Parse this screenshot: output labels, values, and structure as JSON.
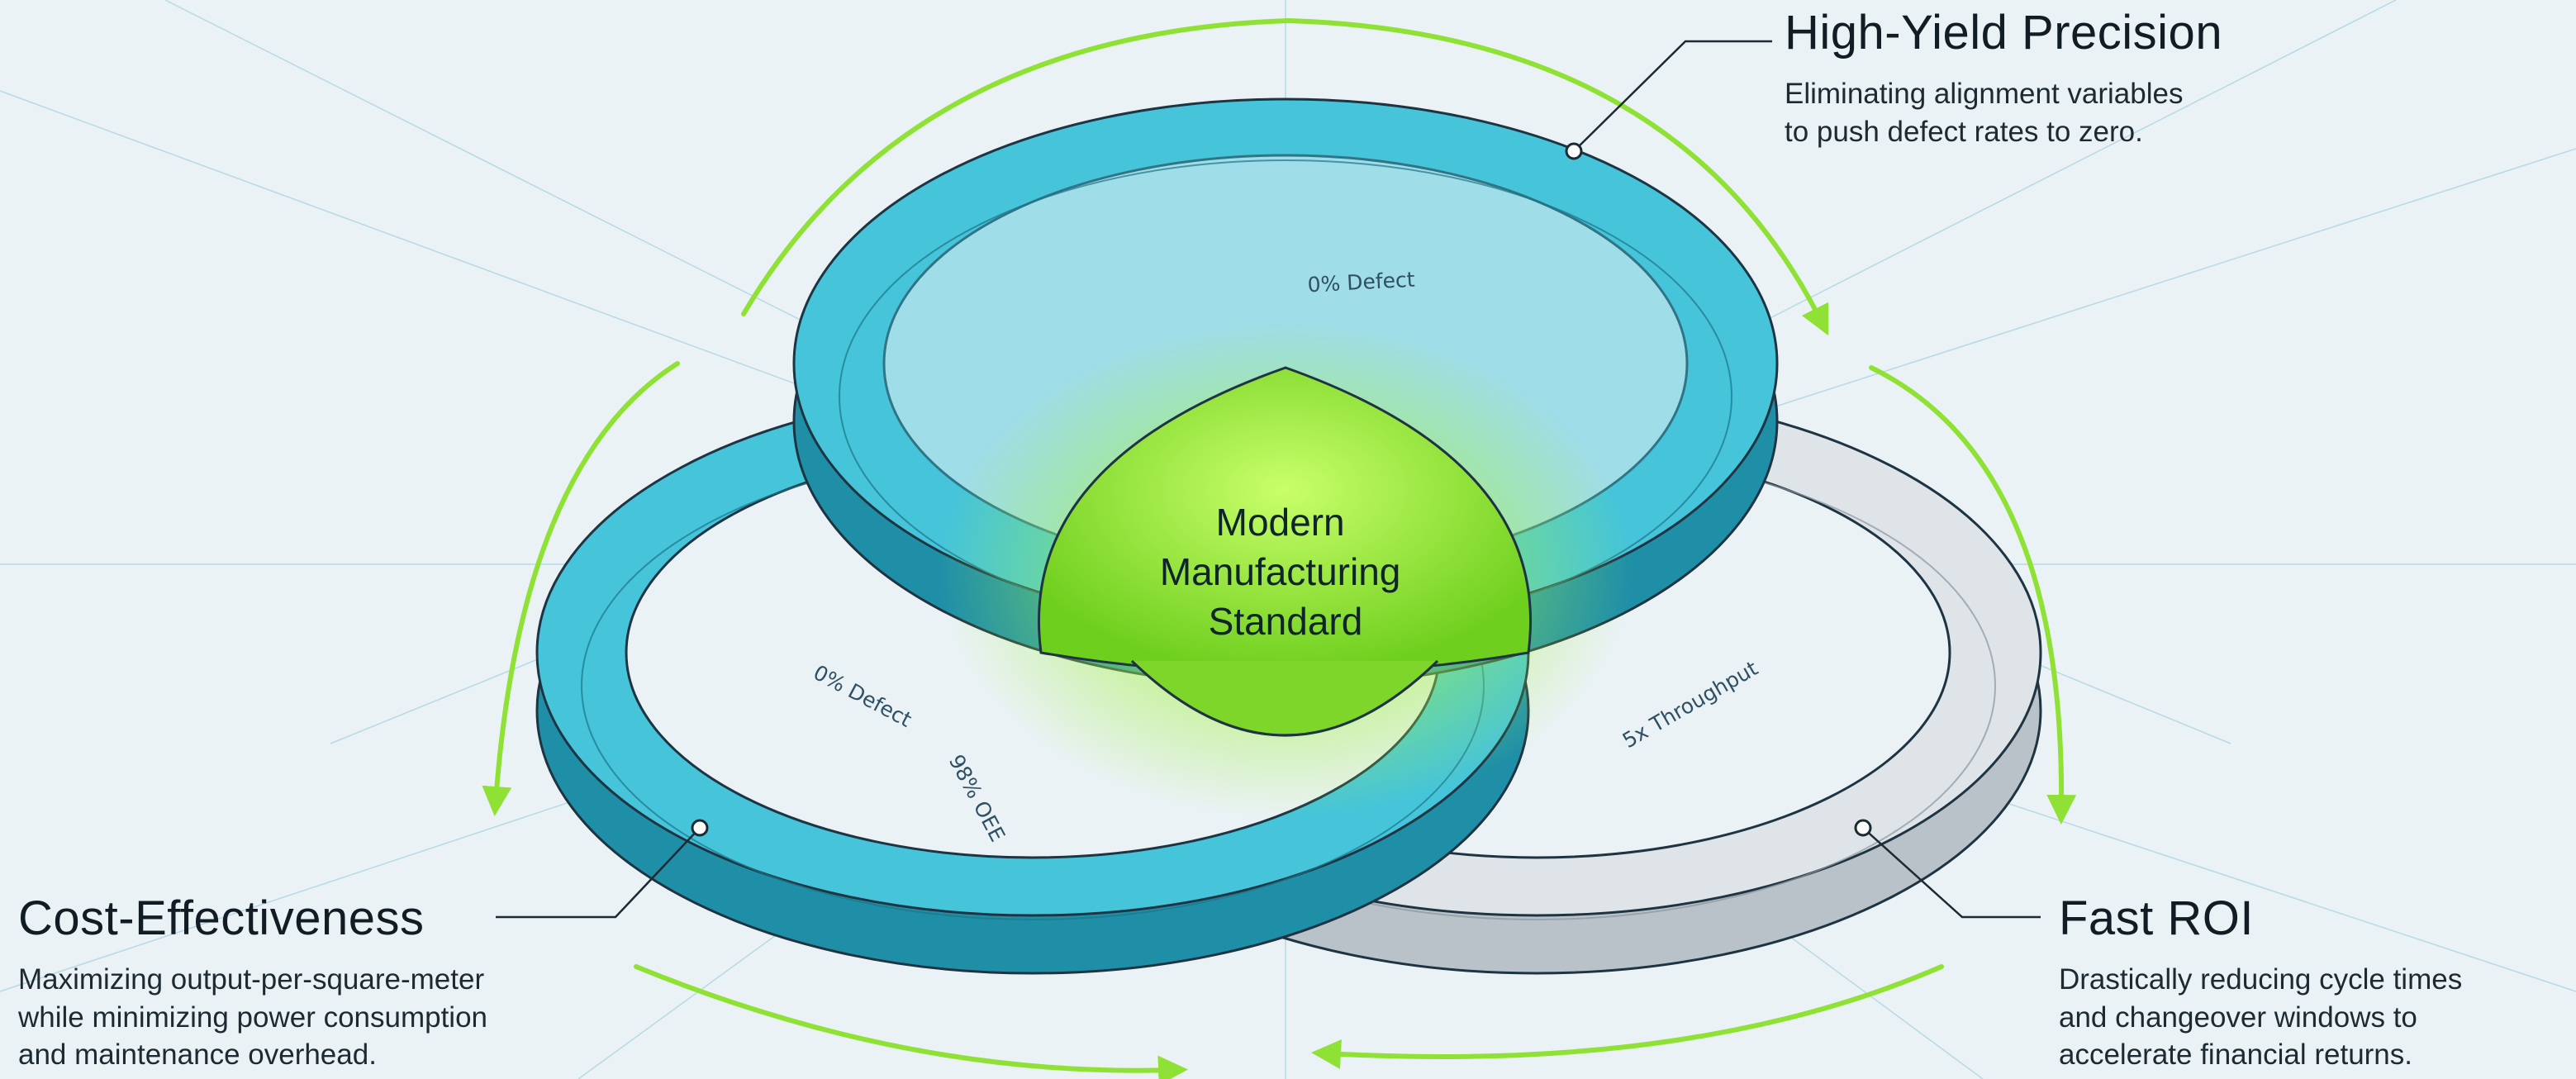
{
  "center": {
    "line1": "Modern",
    "line2": "Manufacturing",
    "line3": "Standard"
  },
  "callouts": {
    "high_yield": {
      "title": "High-Yield Precision",
      "line1": "Eliminating alignment variables",
      "line2": "to push defect rates to zero."
    },
    "cost": {
      "title": "Cost-Effectiveness",
      "line1": "Maximizing output-per-square-meter",
      "line2": "while minimizing power consumption",
      "line3": "and maintenance overhead."
    },
    "roi": {
      "title": "Fast ROI",
      "line1": "Drastically reducing cycle times",
      "line2": "and changeover windows to",
      "line3": "accelerate financial returns."
    }
  },
  "metrics": {
    "defect_top": "0% Defect",
    "defect_left": "0% Defect",
    "oee": "98% OEE",
    "throughput": "5x Throughput"
  },
  "colors": {
    "background": "#eaf2f5",
    "teal_ring": "#3fbfd6",
    "gray_ring": "#d6dbe0",
    "accent_green": "#8fe235",
    "core_green": "#7fd62a",
    "outline": "#1f3442"
  },
  "icons": {
    "cycle_arrows": "circular-arrow-icon",
    "leader_dots": "connector-dot-icon"
  }
}
